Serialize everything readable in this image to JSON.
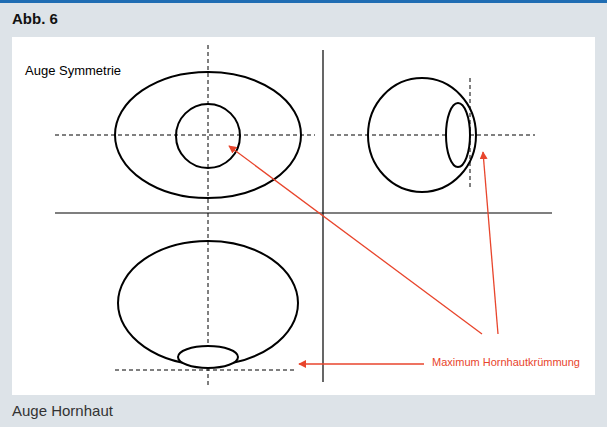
{
  "diagram": {
    "title": "Abb. 6",
    "caption": "Auge Hornhaut",
    "labels": [
      "Auge Symmetrie",
      "Maximum Hornhautkrümmung"
    ]
  }
}
